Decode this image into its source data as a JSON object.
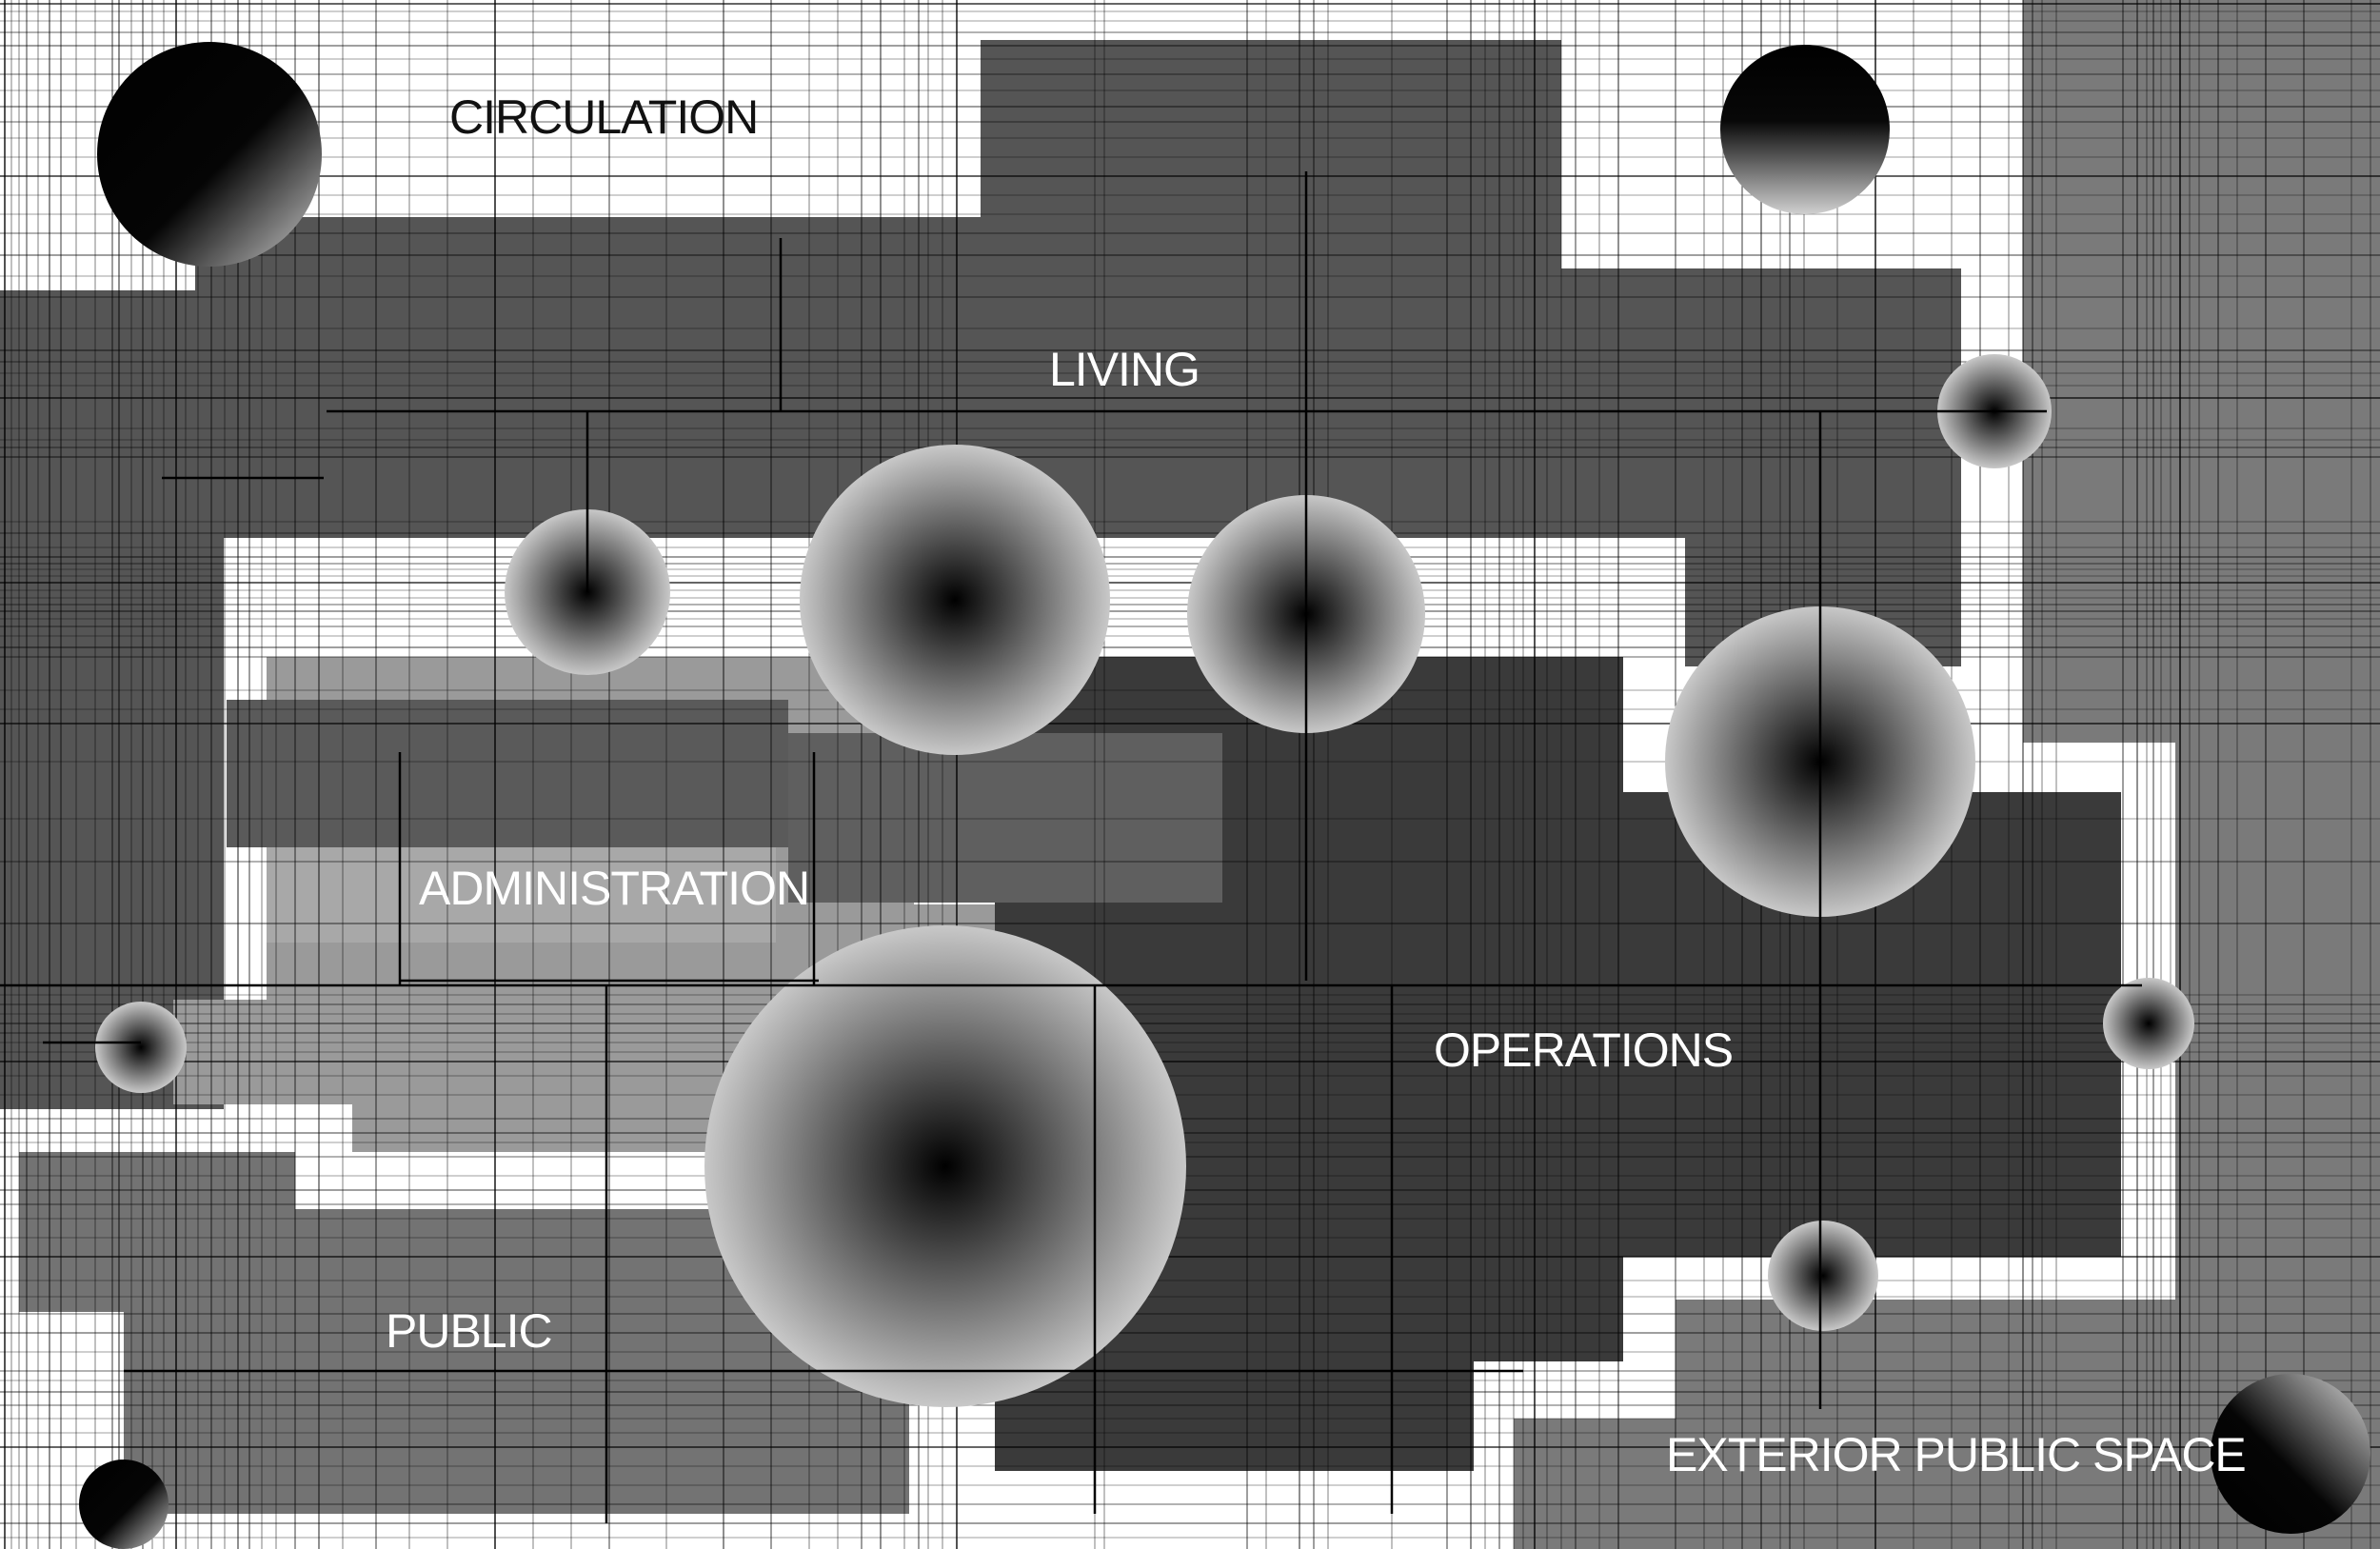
{
  "labels": {
    "circulation": "CIRCULATION",
    "living": "LIVING",
    "administration": "ADMINISTRATION",
    "operations": "OPERATIONS",
    "public": "PUBLIC",
    "exterior": "EXTERIOR PUBLIC SPACE"
  },
  "colors": {
    "background": "#ffffff",
    "living": "#555555",
    "operations": "#3a3a3a",
    "administration": "#9a9a9a",
    "public": "#737373",
    "exterior": "#7a7a7a",
    "gridline": "#000000"
  }
}
